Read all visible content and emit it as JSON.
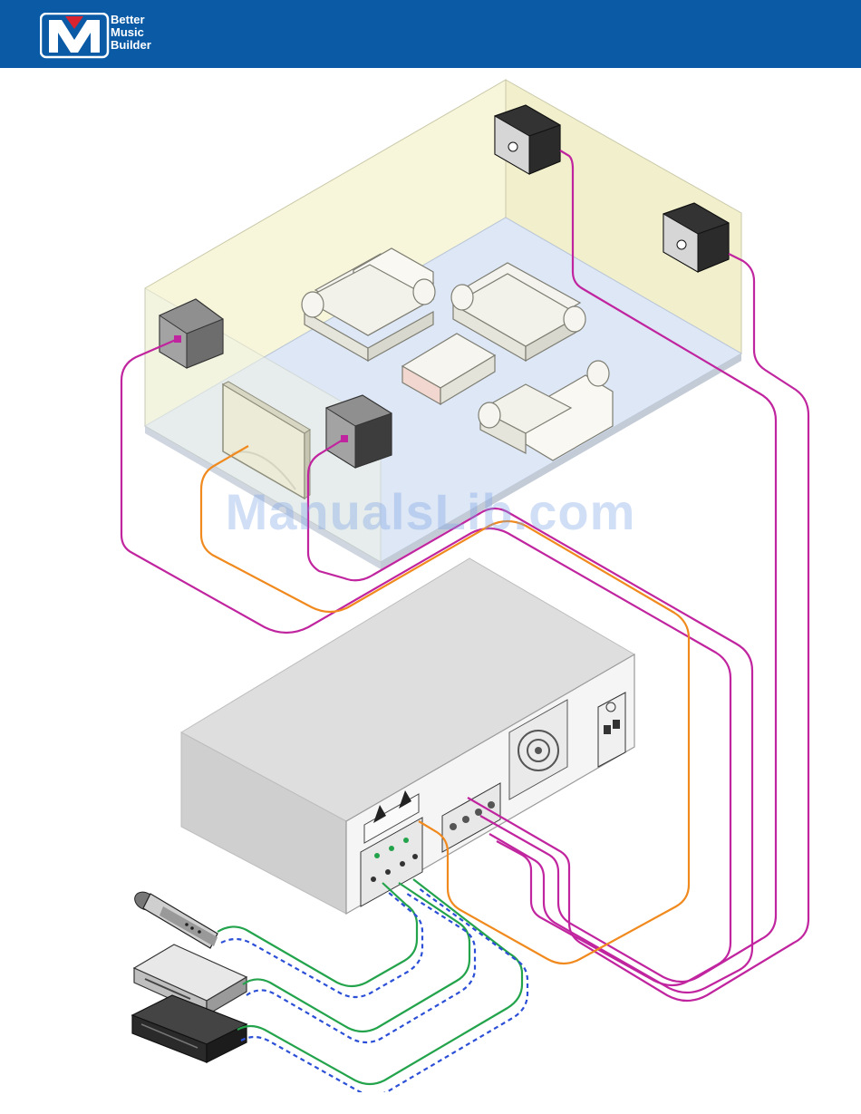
{
  "header": {
    "brand_lines": [
      "Better",
      "Music",
      "Builder"
    ],
    "registered_mark": "®",
    "logo_letter": "M"
  },
  "watermark": "ManualsLib.com",
  "colors": {
    "header_bg": "#0a5aa6",
    "speaker_wire": "#c0259f",
    "subwoofer_wire": "#f08a1e",
    "audio_wire": "#23a34b",
    "control_wire": "#2b4fd6",
    "wall": "#f7f6da",
    "floor": "#dde7f5"
  },
  "icons": [
    "speaker-icon",
    "sofa-icon",
    "coffee-table-icon",
    "subwoofer-icon",
    "amplifier-icon",
    "microphone-icon",
    "dvd-player-icon",
    "receiver-icon",
    "recycle-icon"
  ]
}
